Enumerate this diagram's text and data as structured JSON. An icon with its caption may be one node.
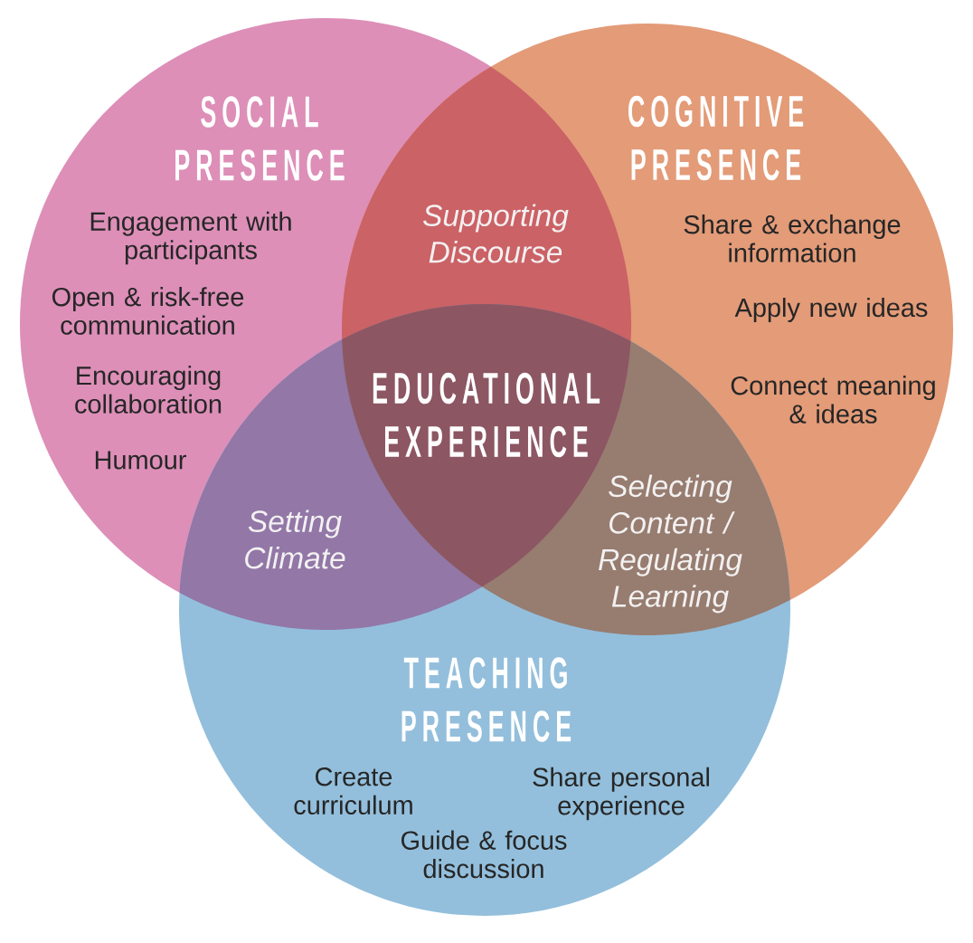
{
  "diagram": {
    "nodes": [
      {
        "text": [
          "SOCIAL PRESENCE",
          "Engagement with participants",
          "Open & risk-free communication",
          "Encouraging collaboration",
          "Humour"
        ]
      },
      {
        "text": [
          "COGNITIVE PRESENCE",
          "Share & exchange information",
          "Apply new ideas",
          "Connect meaning & ideas"
        ]
      },
      {
        "text": [
          "TEACHING PRESENCE",
          "Create curriculum",
          "Share personal experience",
          "Guide & focus discussion"
        ]
      }
    ],
    "labels": [
      "Supporting Discourse",
      "EDUCATIONAL EXPERIENCE",
      "Setting Climate",
      "Selecting Content / Regulating Learning"
    ]
  }
}
